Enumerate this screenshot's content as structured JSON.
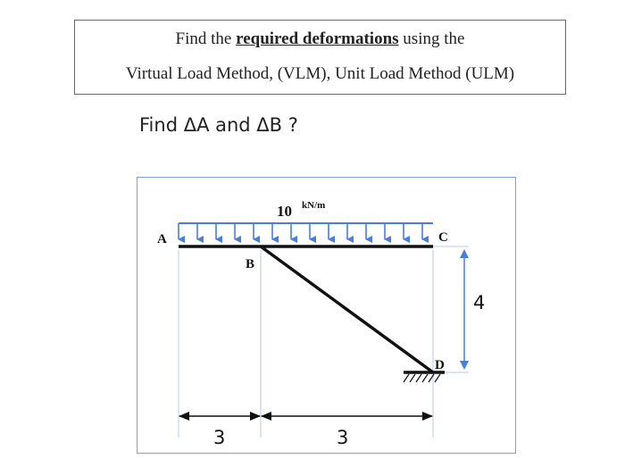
{
  "problem": {
    "line1_prefix": "Find the ",
    "line1_emphasis": "required deformations",
    "line1_suffix": " using the",
    "line2": "Virtual Load Method, (VLM), Unit Load Method (ULM)"
  },
  "question": "Find ΔA and ΔB ?",
  "diagram": {
    "load_value": "10",
    "load_unit": "kN/m",
    "labels": {
      "a": "A",
      "b": "B",
      "c": "C",
      "d": "D"
    },
    "dimensions": {
      "span_ab": "3",
      "span_bd": "3",
      "height_cd": "4"
    },
    "colors": {
      "load_arrows": "#4a7fd4",
      "frame": "#111111",
      "guides": "#b9cde6",
      "box_border": "#7fa0d4"
    }
  }
}
